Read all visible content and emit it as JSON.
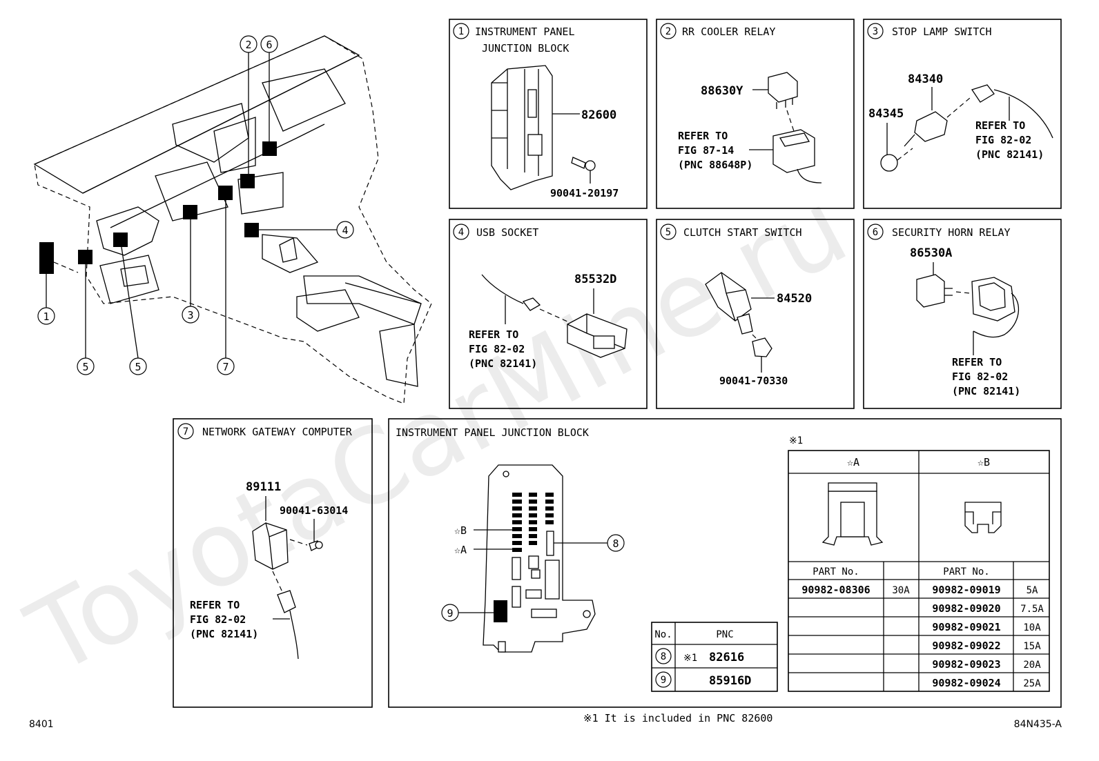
{
  "watermark": "ToyotaCarMine.ru",
  "overview": {
    "callouts": [
      "1",
      "5",
      "5",
      "3",
      "7",
      "4",
      "2",
      "6"
    ]
  },
  "panels": {
    "p1": {
      "num": "1",
      "title1": "INSTRUMENT PANEL",
      "title2": "JUNCTION BLOCK",
      "part_main": "82600",
      "part_bolt": "90041-20197"
    },
    "p2": {
      "num": "2",
      "title": "RR COOLER RELAY",
      "part": "88630Y",
      "ref1": "REFER TO",
      "ref2": "FIG 87-14",
      "ref3": "(PNC 88648P)"
    },
    "p3": {
      "num": "3",
      "title": "STOP LAMP SWITCH",
      "part_a": "84340",
      "part_b": "84345",
      "ref1": "REFER TO",
      "ref2": "FIG 82-02",
      "ref3": "(PNC 82141)"
    },
    "p4": {
      "num": "4",
      "title": "USB SOCKET",
      "part": "85532D",
      "ref1": "REFER TO",
      "ref2": "FIG 82-02",
      "ref3": "(PNC 82141)"
    },
    "p5": {
      "num": "5",
      "title": "CLUTCH START SWITCH",
      "part": "84520",
      "part_nut": "90041-70330"
    },
    "p6": {
      "num": "6",
      "title": "SECURITY HORN RELAY",
      "part": "86530A",
      "ref1": "REFER TO",
      "ref2": "FIG 82-02",
      "ref3": "(PNC 82141)"
    },
    "p7": {
      "num": "7",
      "title": "NETWORK GATEWAY COMPUTER",
      "part": "89111",
      "part_screw": "90041-63014",
      "ref1": "REFER TO",
      "ref2": "FIG 82-02",
      "ref3": "(PNC 82141)"
    },
    "jb": {
      "title": "INSTRUMENT PANEL JUNCTION BLOCK",
      "label_b": "☆B",
      "label_a": "☆A",
      "callout_8": "8",
      "callout_9": "9",
      "pnc_table": {
        "headers": [
          "No.",
          "PNC"
        ],
        "rows": [
          {
            "no": "8",
            "mark": "※1",
            "pnc": "82616"
          },
          {
            "no": "9",
            "mark": "",
            "pnc": "85916D"
          }
        ]
      },
      "fuse_table": {
        "note": "※1",
        "col_a": "☆A",
        "col_b": "☆B",
        "part_header": "PART No.",
        "a_rows": [
          {
            "part": "90982-08306",
            "amp": "30A"
          }
        ],
        "b_rows": [
          {
            "part": "90982-09019",
            "amp": "5A"
          },
          {
            "part": "90982-09020",
            "amp": "7.5A"
          },
          {
            "part": "90982-09021",
            "amp": "10A"
          },
          {
            "part": "90982-09022",
            "amp": "15A"
          },
          {
            "part": "90982-09023",
            "amp": "20A"
          },
          {
            "part": "90982-09024",
            "amp": "25A"
          }
        ]
      }
    }
  },
  "footer": {
    "note": "※1 It is included in PNC 82600",
    "page_code": "8401",
    "figure_code": "84N435-A"
  }
}
